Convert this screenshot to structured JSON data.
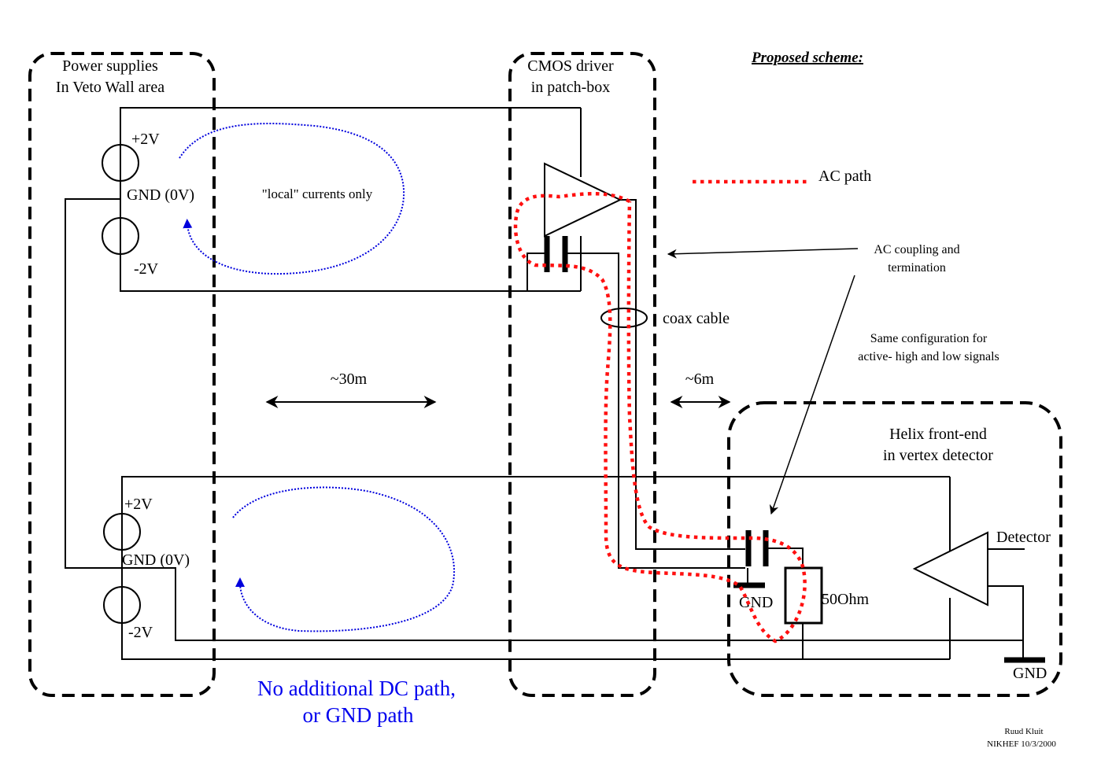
{
  "diagram": {
    "title": "Proposed scheme:",
    "regions": {
      "power": {
        "line1": "Power supplies",
        "line2": "In Veto Wall area"
      },
      "cmos": {
        "line1": "CMOS driver",
        "line2": "in patch-box"
      },
      "helix": {
        "line1": "Helix front-end",
        "line2": "in vertex detector"
      }
    },
    "supply_top": {
      "plus": "+2V",
      "gnd": "GND (0V)",
      "minus": "-2V",
      "loop_label": "\"local\" currents only"
    },
    "supply_bottom": {
      "plus": "+2V",
      "gnd": "GND (0V)",
      "minus": "-2V"
    },
    "legend": {
      "ac_path": "AC path",
      "ac_color": "#ff1010",
      "loop_color": "#0000dd"
    },
    "annotations": {
      "ac_coupling_line1": "AC coupling and",
      "ac_coupling_line2": "termination",
      "same_config_line1": "Same configuration for",
      "same_config_line2": "active- high and low signals",
      "coax": "coax cable",
      "dist_30m": "~30m",
      "dist_6m": "~6m",
      "gnd_cap": "GND",
      "resistor": "50Ohm",
      "detector": "Detector",
      "gnd_det": "GND",
      "note_line1": "No additional DC path,",
      "note_line2": "or GND path",
      "author": "Ruud Kluit",
      "affiliation_date": "NIKHEF 10/3/2000"
    }
  }
}
